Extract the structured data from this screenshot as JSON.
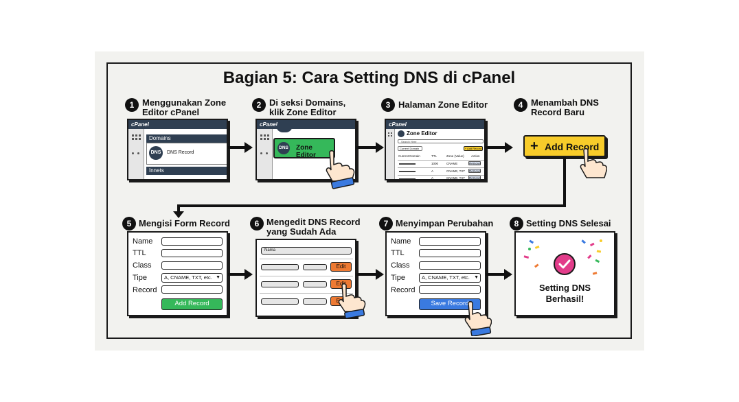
{
  "title": "Bagian 5: Cara Setting DNS di cPanel",
  "steps": [
    {
      "num": "1",
      "label_line1": "Menggunakan Zone",
      "label_line2": "Editor cPanel"
    },
    {
      "num": "2",
      "label_line1": "Di seksi Domains,",
      "label_line2": "klik Zone Editor"
    },
    {
      "num": "3",
      "label_line1": "Halaman Zone Editor",
      "label_line2": ""
    },
    {
      "num": "4",
      "label_line1": "Menambah DNS",
      "label_line2": "Record Baru"
    },
    {
      "num": "5",
      "label_line1": "Mengisi Form Record",
      "label_line2": ""
    },
    {
      "num": "6",
      "label_line1": "Mengedit DNS Record",
      "label_line2": "yang Sudah Ada"
    },
    {
      "num": "7",
      "label_line1": "Menyimpan Perubahan",
      "label_line2": ""
    },
    {
      "num": "8",
      "label_line1": "Setting DNS Selesai",
      "label_line2": ""
    }
  ],
  "panel1": {
    "brand": "cPanel",
    "section_domains": "Domains",
    "dns_icon": "DNS",
    "dns_record": "DNS Record",
    "section_innets": "Innets"
  },
  "panel2": {
    "brand": "cPanel",
    "zone_editor_button": "Zone Editor",
    "dns_icon": "DNS"
  },
  "panel3": {
    "brand": "cPanel",
    "page_title": "Zone Editor",
    "search_placeholder": "Search Here",
    "domain_select": "Current Domain",
    "add_record_button": "+ Add Record",
    "columns": [
      "Current Domain",
      "TTL",
      "Zone (Value)",
      "Action"
    ],
    "rows": [
      {
        "ttl": "1000",
        "type": "CNAME",
        "action": "Remove"
      },
      {
        "ttl": "A",
        "type": "CNAME, TXT",
        "action": "Remove"
      },
      {
        "ttl": "A",
        "type": "CNAME, TXT",
        "action": "Remove"
      }
    ]
  },
  "panel4": {
    "add_record_button": "Add Record"
  },
  "form5": {
    "labels": [
      "Name",
      "TTL",
      "Class",
      "Tipe",
      "Record"
    ],
    "tipe_value": "A, CNAME, TXT, etc.",
    "submit": "Add Record"
  },
  "panel6": {
    "name_field": "Nama",
    "edit_labels": [
      "Edit",
      "Edit",
      "Edit"
    ]
  },
  "form7": {
    "labels": [
      "Name",
      "TTL",
      "Class",
      "Tipe",
      "Record"
    ],
    "tipe_value": "A, CNAME, TXT, etc.",
    "submit": "Save Record"
  },
  "panel8": {
    "line1": "Setting DNS",
    "line2": "Berhasil!"
  },
  "colors": {
    "green": "#35b85a",
    "orange": "#ee7a33",
    "blue": "#3a7ae0",
    "yellow": "#f8cc2a",
    "pink": "#e23c8a",
    "dark": "#2f3f52"
  }
}
